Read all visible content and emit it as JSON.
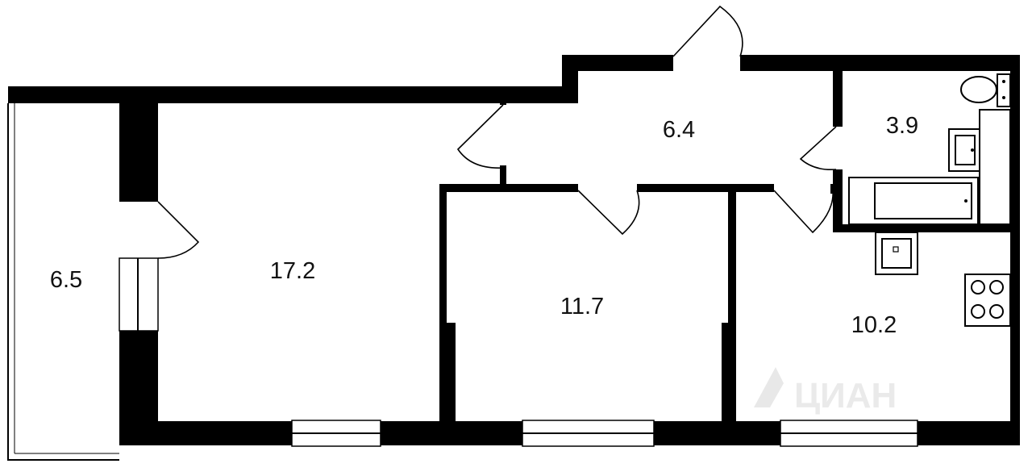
{
  "plan": {
    "rooms": [
      {
        "id": "balcony",
        "area": "6.5"
      },
      {
        "id": "living-room",
        "area": "17.2"
      },
      {
        "id": "hallway",
        "area": "6.4"
      },
      {
        "id": "bathroom",
        "area": "3.9"
      },
      {
        "id": "bedroom",
        "area": "11.7"
      },
      {
        "id": "kitchen",
        "area": "10.2"
      }
    ],
    "watermark": "ЦИАН",
    "colors": {
      "wall": "#000000",
      "background": "#ffffff",
      "text": "#111111",
      "watermark": "#e6e6e6"
    }
  }
}
